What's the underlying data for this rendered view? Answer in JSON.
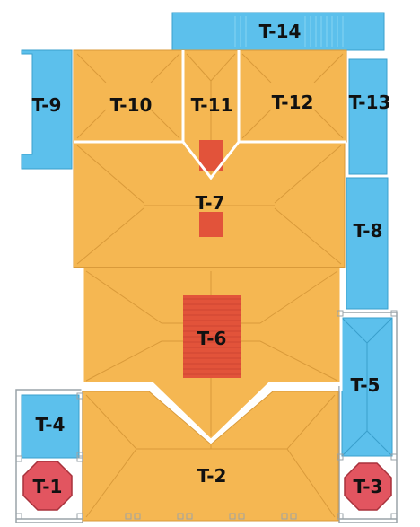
{
  "colors": {
    "orange": "#F5B752",
    "orange_line": "#D99A3A",
    "blue": "#5CC0EC",
    "blue_line": "#3A9FCC",
    "red_block": "#E2533A",
    "red_circle": "#E25560",
    "white_line": "#FFFFFF",
    "gray": "#9AA3A8"
  },
  "roof_sections": [
    {
      "id": "T-1",
      "label": "T-1",
      "shape": "octagon",
      "color": "red"
    },
    {
      "id": "T-2",
      "label": "T-2",
      "color": "orange"
    },
    {
      "id": "T-3",
      "label": "T-3",
      "shape": "octagon",
      "color": "red"
    },
    {
      "id": "T-4",
      "label": "T-4",
      "color": "blue"
    },
    {
      "id": "T-5",
      "label": "T-5",
      "color": "blue"
    },
    {
      "id": "T-6",
      "label": "T-6",
      "color": "orange"
    },
    {
      "id": "T-7",
      "label": "T-7",
      "color": "orange"
    },
    {
      "id": "T-8",
      "label": "T-8",
      "color": "blue"
    },
    {
      "id": "T-9",
      "label": "T-9",
      "color": "blue"
    },
    {
      "id": "T-10",
      "label": "T-10",
      "color": "orange"
    },
    {
      "id": "T-11",
      "label": "T-11",
      "color": "orange"
    },
    {
      "id": "T-12",
      "label": "T-12",
      "color": "orange"
    },
    {
      "id": "T-13",
      "label": "T-13",
      "color": "blue"
    },
    {
      "id": "T-14",
      "label": "T-14",
      "color": "blue"
    }
  ]
}
